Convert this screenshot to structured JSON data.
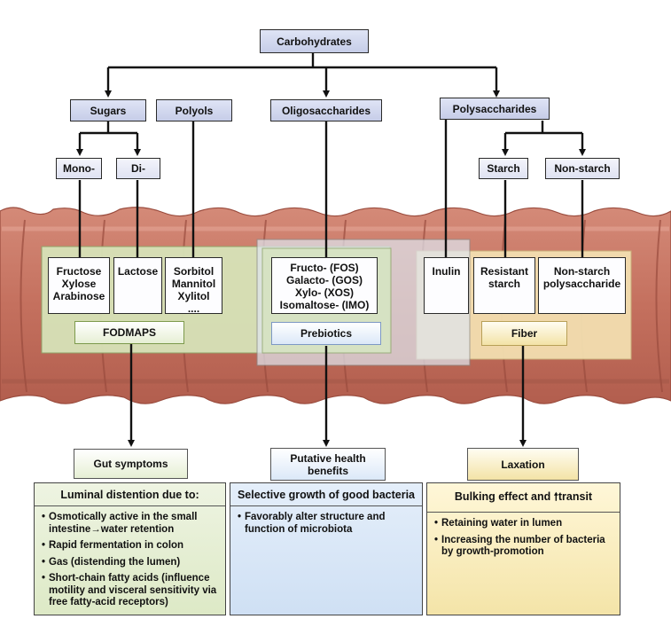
{
  "root": "Carbohydrates",
  "categories": {
    "sugars": "Sugars",
    "polyols": "Polyols",
    "oligo": "Oligosaccharides",
    "poly": "Polysaccharides"
  },
  "subcategories": {
    "mono": "Mono-",
    "di": "Di-",
    "starch": "Starch",
    "nonstarch": "Non-starch"
  },
  "items": {
    "mono": "Fructose\nXylose\nArabinose",
    "di": "Lactose",
    "polyols": "Sorbitol\nMannitol\nXylitol\n....",
    "oligo": "Fructo- (FOS)\nGalacto- (GOS)\nXylo- (XOS)\nIsomaltose- (IMO)",
    "inulin": "Inulin",
    "resistant": "Resistant\nstarch",
    "nonstarch": "Non-starch\npolysaccharide"
  },
  "group_labels": {
    "fodmaps": "FODMAPS",
    "prebiotics": "Prebiotics",
    "fiber": "Fiber"
  },
  "outcomes": {
    "gut": "Gut symptoms",
    "health": "Putative health\nbenefits",
    "laxation": "Laxation"
  },
  "panels": {
    "green": {
      "heading": "Luminal distention due to:",
      "bullets": [
        "Osmotically active in the small intestine→water retention",
        "Rapid fermentation in colon",
        "Gas (distending the lumen)",
        "Short-chain fatty acids (influence motility and visceral sensitivity via free fatty-acid receptors)"
      ]
    },
    "blue": {
      "heading": "Selective growth of good bacteria",
      "bullets": [
        "Favorably alter structure and function of microbiota"
      ]
    },
    "yellow": {
      "heading_pre": "Bulking effect and ",
      "heading_icon": "up-arrow-icon",
      "heading_post": "transit",
      "bullets": [
        "Retaining water in lumen",
        "Increasing the number of bacteria by growth-promotion"
      ]
    }
  },
  "colors": {
    "intestine": "#c87868",
    "fodmaps_region": "#d7e3b8",
    "prebiotics_region": "#dfe5ee",
    "fiber_region": "#f4e1b2"
  }
}
